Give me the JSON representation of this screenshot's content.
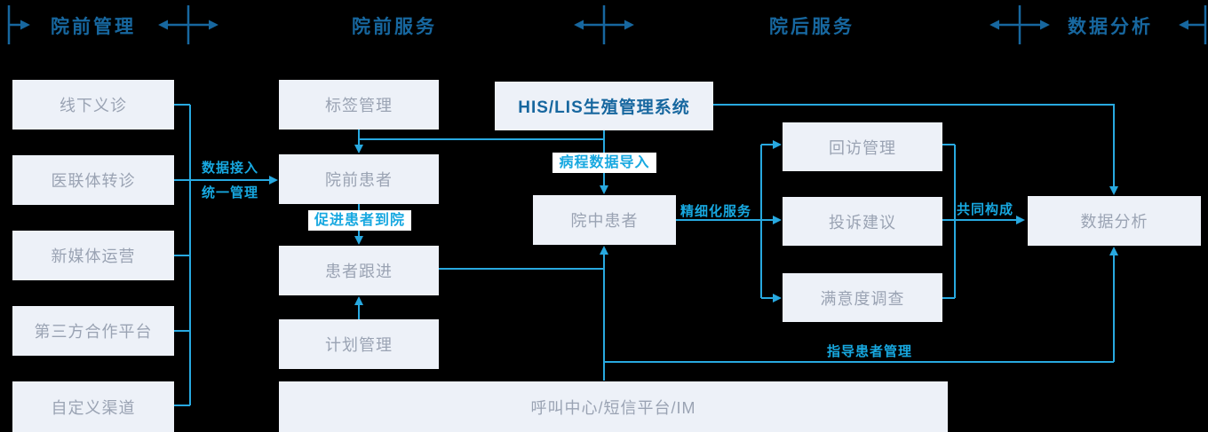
{
  "header": {
    "sections": [
      {
        "label": "院前管理"
      },
      {
        "label": "院前服务"
      },
      {
        "label": "院后服务"
      },
      {
        "label": "数据分析"
      }
    ]
  },
  "nodes": {
    "offline_clinic": "线下义诊",
    "referral": "医联体转诊",
    "new_media": "新媒体运营",
    "third_party": "第三方合作平台",
    "custom_channel": "自定义渠道",
    "tag_mgmt": "标签管理",
    "pre_patient": "院前患者",
    "patient_follow": "患者跟进",
    "plan_mgmt": "计划管理",
    "his_lis": "HIS/LIS生殖管理系统",
    "in_patient": "院中患者",
    "revisit": "回访管理",
    "complaint": "投诉建议",
    "satisfaction": "满意度调查",
    "data_analysis": "数据分析",
    "call_center": "呼叫中心/短信平台/IM"
  },
  "edge_labels": {
    "data_access_line1": "数据接入",
    "data_access_line2": "统一管理",
    "promote_to_hospital": "促进患者到院",
    "course_data_import": "病程数据导入",
    "refined_service": "精细化服务",
    "jointly_form": "共同构成",
    "guide_patient_mgmt": "指导患者管理"
  },
  "colors": {
    "background": "#000000",
    "node_fill": "#EDF1F8",
    "node_text": "#9AA3B3",
    "header_navy": "#17679F",
    "connector_cyan": "#28A9E0",
    "edge_label_cyan": "#17A8E0"
  }
}
